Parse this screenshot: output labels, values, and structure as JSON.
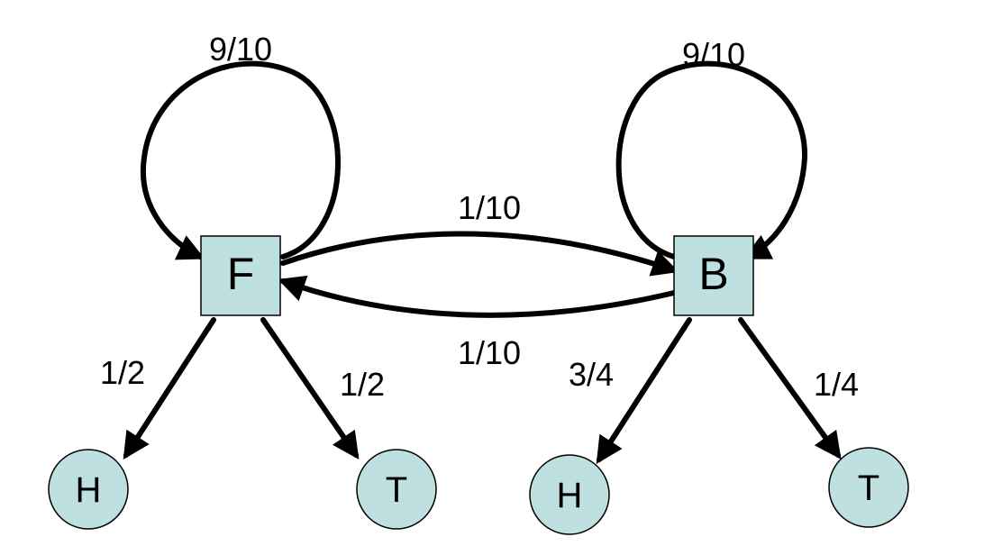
{
  "diagram": {
    "type": "hidden-markov-model",
    "states": [
      {
        "id": "F",
        "label": "F"
      },
      {
        "id": "B",
        "label": "B"
      }
    ],
    "emissions": [
      {
        "id": "F-H",
        "label": "H"
      },
      {
        "id": "F-T",
        "label": "T"
      },
      {
        "id": "B-H",
        "label": "H"
      },
      {
        "id": "B-T",
        "label": "T"
      }
    ],
    "edges": [
      {
        "id": "F-self",
        "from": "F",
        "to": "F",
        "label": "9/10"
      },
      {
        "id": "B-self",
        "from": "B",
        "to": "B",
        "label": "9/10"
      },
      {
        "id": "F-to-B",
        "from": "F",
        "to": "B",
        "label": "1/10"
      },
      {
        "id": "B-to-F",
        "from": "B",
        "to": "F",
        "label": "1/10"
      },
      {
        "id": "F-to-H",
        "from": "F",
        "to": "F-H",
        "label": "1/2"
      },
      {
        "id": "F-to-T",
        "from": "F",
        "to": "F-T",
        "label": "1/2"
      },
      {
        "id": "B-to-H",
        "from": "B",
        "to": "B-H",
        "label": "3/4"
      },
      {
        "id": "B-to-T",
        "from": "B",
        "to": "B-T",
        "label": "1/4"
      }
    ],
    "colors": {
      "node_fill": "#bfe0e0",
      "stroke": "#000000"
    }
  }
}
